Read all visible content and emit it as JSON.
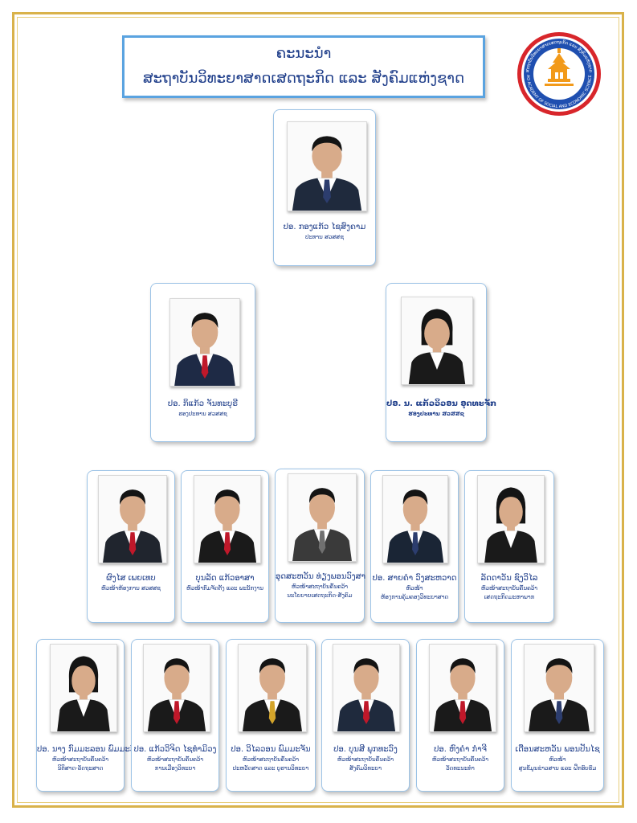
{
  "header": {
    "title_line1": "ຄະນະນໍາ",
    "title_line2": "ສະຖາບັນວິທະຍາສາດເສດຖະກິດ ແລະ ສັງຄົມແຫ່ງຊາດ"
  },
  "logo": {
    "text_top": "ສະຖາບັນວິທະຍາສາດເສດຖະກິດ ແລະ ສັງຄົມແຫ່ງຊາດ",
    "text_bottom": "LAO ACADEMY OF SOCIAL AND ECONOMIC SCIENCES",
    "colors": {
      "ring": "#1f4fb0",
      "outer": "#d8262b",
      "building": "#f29a1a"
    }
  },
  "people": [
    {
      "name": "ປອ. ກອງແກ້ວ ໄຊສົງຄາມ",
      "role": [
        "ປະທານ ສວສສຊ"
      ],
      "tie": "#2c3d6e",
      "suit": "#1f2a3d",
      "gender": "m"
    },
    {
      "name": "ປອ. ກິແກ້ວ ຈັນທະບຸຣີ",
      "role": [
        "ຮອງປະທານ ສວສສຊ"
      ],
      "tie": "#c0182a",
      "suit": "#1e2a45",
      "gender": "m"
    },
    {
      "name": "ປອ. ນ. ແກ້ວວິວອນ ອຸດທະຈັກ",
      "role": [
        "ຮອງປະທານ ສວສສຊ"
      ],
      "tie": "#ffffff",
      "suit": "#1a1a1a",
      "gender": "f"
    },
    {
      "name": "ຜົງໄສ ເພຍເທບ",
      "role": [
        "ຫົວໜ້າຫ້ອງການ ສວສສຊ"
      ],
      "tie": "#c0182a",
      "suit": "#20252e",
      "gender": "m"
    },
    {
      "name": "ບຸນລັດ ແກ້ວອາສາ",
      "role": [
        "ຫົວໜ້າກົມຈັດຕັ້ງ ແລະ ພະນັກງານ"
      ],
      "tie": "#c0182a",
      "suit": "#1a1a1a",
      "gender": "m"
    },
    {
      "name": "ອຸດສະຫວັນ ທ່ຽງພອນວົງສາ",
      "role": [
        "ຫົວໜ້າສະຖາບັນຄົ້ນຄວ້າ",
        "ນະໂຍບາຍເສດຖະກິດ-ສັງຄົມ"
      ],
      "tie": "#707070",
      "suit": "#3a3a3a",
      "gender": "m"
    },
    {
      "name": "ປອ. ສາຍຄຳ ວົງສະຫວາດ",
      "role": [
        "ຫົວໜ້າ",
        "ຫ້ອງການຄຸ້ມຄອງວິທະຍາສາດ"
      ],
      "tie": "#2c3d6e",
      "suit": "#1a2535",
      "gender": "m"
    },
    {
      "name": "ລັດດາວັນ ຊົງວິໄລ",
      "role": [
        "ຫົວໜ້າສະຖາບັນຄົ້ນຄວ້າ",
        "ເສດຖະກິດມະຫາພາກ"
      ],
      "tie": "#ffffff",
      "suit": "#1a1a1a",
      "gender": "f"
    },
    {
      "name": "ປອ. ນາງ ກົມມະລອນ ພົມມະວົງ",
      "role": [
        "ຫົວໜ້າສະຖາບັນຄົ້ນຄວ້າ",
        "ນິຕິສາດ-ລັດຖະສາດ"
      ],
      "tie": "#ffffff",
      "suit": "#1a1a1a",
      "gender": "f"
    },
    {
      "name": "ປອ. ແກ້ວວິຈິດ ໄຊທຳມິວງ",
      "role": [
        "ຫົວໜ້າສະຖາບັນຄົ້ນຄວ້າ",
        "ການເມືອງວິທະຍາ"
      ],
      "tie": "#c0182a",
      "suit": "#1a1a1a",
      "gender": "m"
    },
    {
      "name": "ປອ. ວິໄລວອນ ພົມມະຈັນ",
      "role": [
        "ຫົວໜ້າສະຖາບັນຄົ້ນຄວ້າ",
        "ປະຫວັດສາດ ແລະ ບູຮານວິທະຍາ"
      ],
      "tie": "#d3a42a",
      "suit": "#1a1a1a",
      "gender": "m"
    },
    {
      "name": "ປອ. ບຸນສີ ພຸກທະວົງ",
      "role": [
        "ຫົວໜ້າສະຖາບັນຄົ້ນຄວ້າ",
        "ສັງຄົມວິທະຍາ"
      ],
      "tie": "#c0182a",
      "suit": "#1f2a3d",
      "gender": "m"
    },
    {
      "name": "ປອ. ຫົງຄຳ ກຳຈີ",
      "role": [
        "ຫົວໜ້າສະຖາບັນຄົ້ນຄວ້າ",
        "ວັດທະນະທຳ"
      ],
      "tie": "#c0182a",
      "suit": "#1a1a1a",
      "gender": "m"
    },
    {
      "name": "ເດືອນສະຫວັນ ພອນປັນໄຊ",
      "role": [
        "ຫົວໜ້າ",
        "ສູນຂໍ້ມູນຂ່າວສານ ແລະ ຝຶກອົບຮົມ"
      ],
      "tie": "#2c3d6e",
      "suit": "#1a1a1a",
      "gender": "m"
    }
  ]
}
